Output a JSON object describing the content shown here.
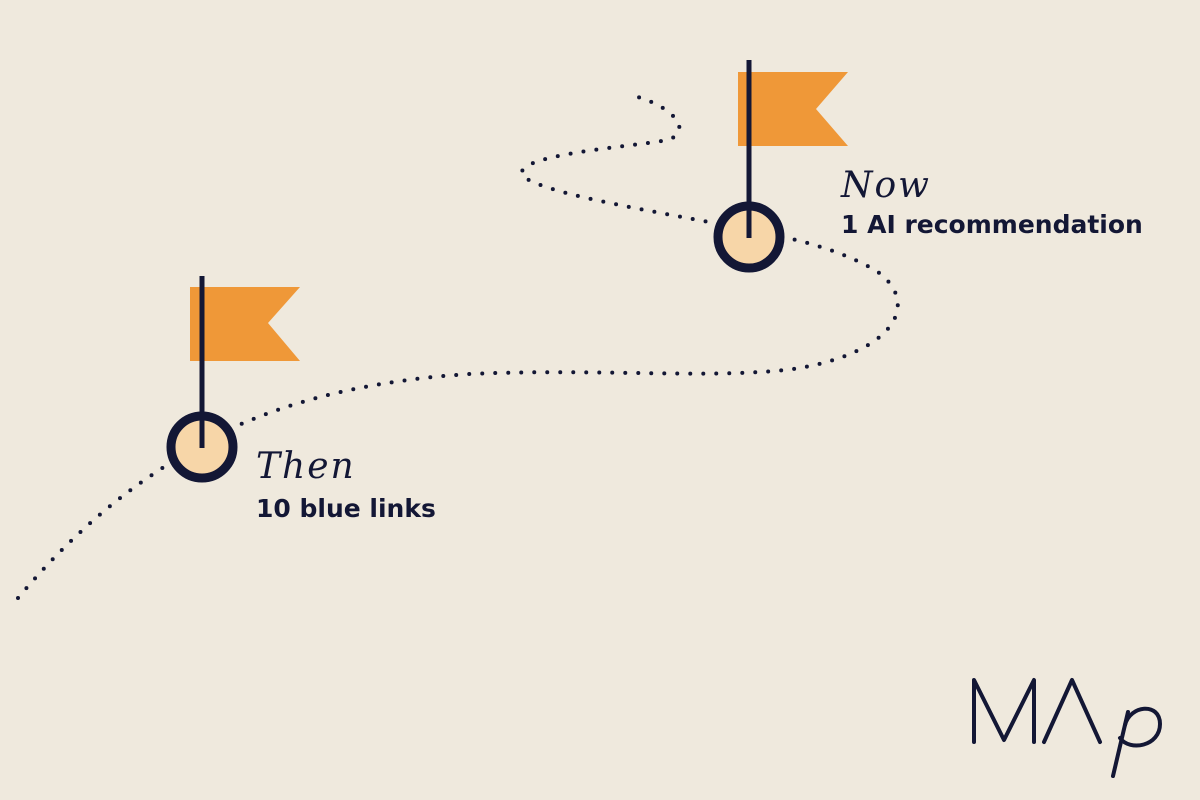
{
  "milestones": {
    "then": {
      "era": "Then",
      "description": "10 blue links"
    },
    "now": {
      "era": "Now",
      "description": "1 AI recommendation"
    }
  },
  "logo": {
    "text": "MΛp"
  },
  "colors": {
    "background": "#efe9dd",
    "flag": "#ef9838",
    "pin_fill": "#f7d6a8",
    "ink": "#131735"
  },
  "icons": {
    "flag": "flag-icon",
    "pin": "pin-icon"
  }
}
